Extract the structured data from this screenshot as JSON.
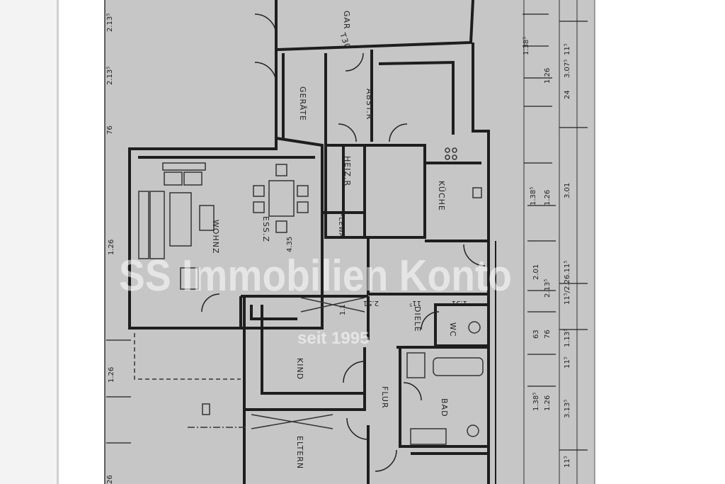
{
  "floor_plan": {
    "rooms": {
      "garage": "GAR",
      "geraete": "GERÄTE",
      "abstellraum": "ABST.R",
      "heizraum": "HEIZ.R",
      "plewa": "PLEWA",
      "kueche": "KÜCHE",
      "wohnzimmer": "WOHNZ",
      "esszimmer": "ESS.Z",
      "diele": "DIELE",
      "wc": "WC",
      "kind": "KIND",
      "flur": "FLUR",
      "bad": "BAD",
      "eltern": "ELTERN",
      "garage_door": "T30"
    },
    "dimensions_right": [
      "1.38⁵",
      "1.26",
      "3.07⁵",
      "24",
      "1.38⁵",
      "1.26",
      "3.01",
      "2.01",
      "2.13⁵",
      "11⁵/2.26.11⁵",
      "63",
      "76",
      "1.13⁵",
      "11⁵",
      "1.38⁵",
      "1.26",
      "3.13⁵",
      "11⁵",
      "11⁵"
    ],
    "dimensions_interior": [
      "2.51",
      "11⁵",
      "1.51",
      "4.35",
      "1.1"
    ],
    "dimensions_left": [
      "2.13⁵",
      "2.13⁵",
      "76",
      "1.26",
      "1.26",
      "26"
    ]
  },
  "watermark": {
    "company": "SS Immobilien Konto",
    "since": "seit 1995"
  }
}
